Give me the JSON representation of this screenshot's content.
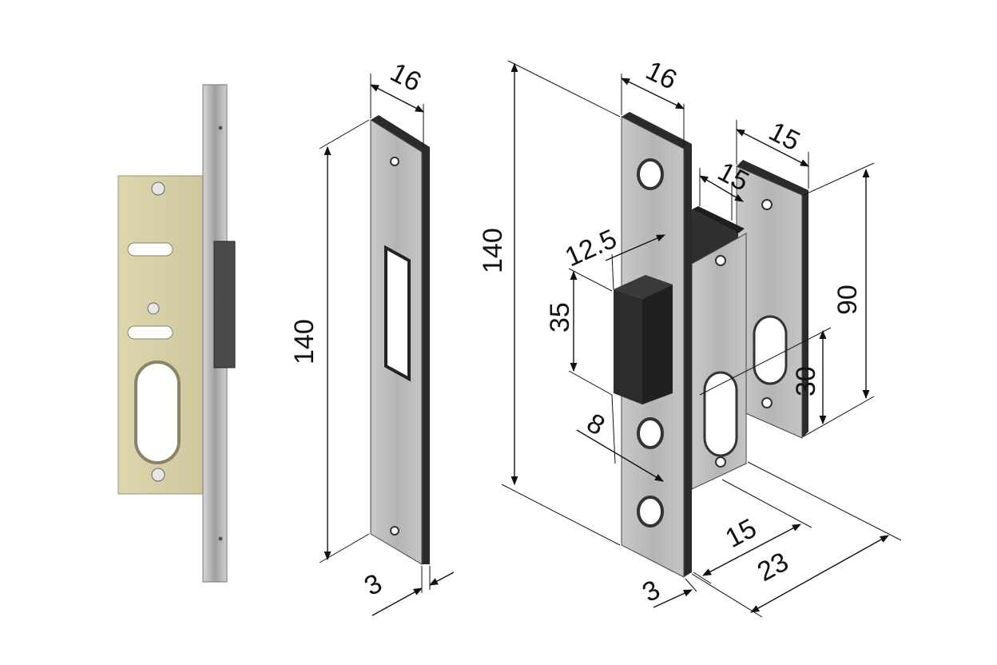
{
  "dimensions": {
    "strike_width": "16",
    "strike_height": "140",
    "strike_thickness": "3",
    "lock_height": "140",
    "faceplate_width": "16",
    "case_depth_top": "15",
    "cylinder_plate_width": "15",
    "bolt_throw": "12.5",
    "bolt_height": "35",
    "cylinder_height": "90",
    "cylinder_offset": "30",
    "bolt_offset": "8",
    "faceplate_thickness": "3",
    "backset": "15",
    "case_depth": "23"
  },
  "colors": {
    "brass": "#d6cfa6",
    "steel": "#bdbdbd",
    "dark": "#2a2a2a",
    "line": "#111111"
  }
}
